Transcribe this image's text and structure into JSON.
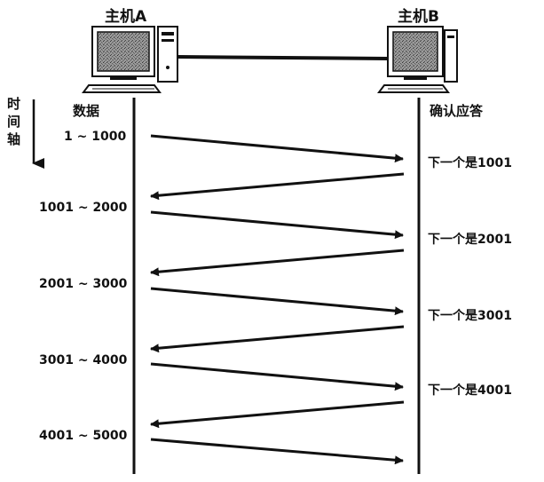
{
  "host_a": "主机A",
  "host_b": "主机B",
  "time_axis": [
    "时",
    "间",
    "轴"
  ],
  "data_column_label": "数据",
  "ack_column_label": "确认应答",
  "segments": [
    "1 ~ 1000",
    "1001 ~ 2000",
    "2001 ~ 3000",
    "3001 ~ 4000",
    "4001 ~ 5000"
  ],
  "acks": [
    "下一个是1001",
    "下一个是2001",
    "下一个是3001",
    "下一个是4001"
  ],
  "colors": {
    "ink": "#111111",
    "screen": "#8a8a8a"
  },
  "icons": {
    "host_a": "computer-icon",
    "host_b": "computer-icon"
  }
}
